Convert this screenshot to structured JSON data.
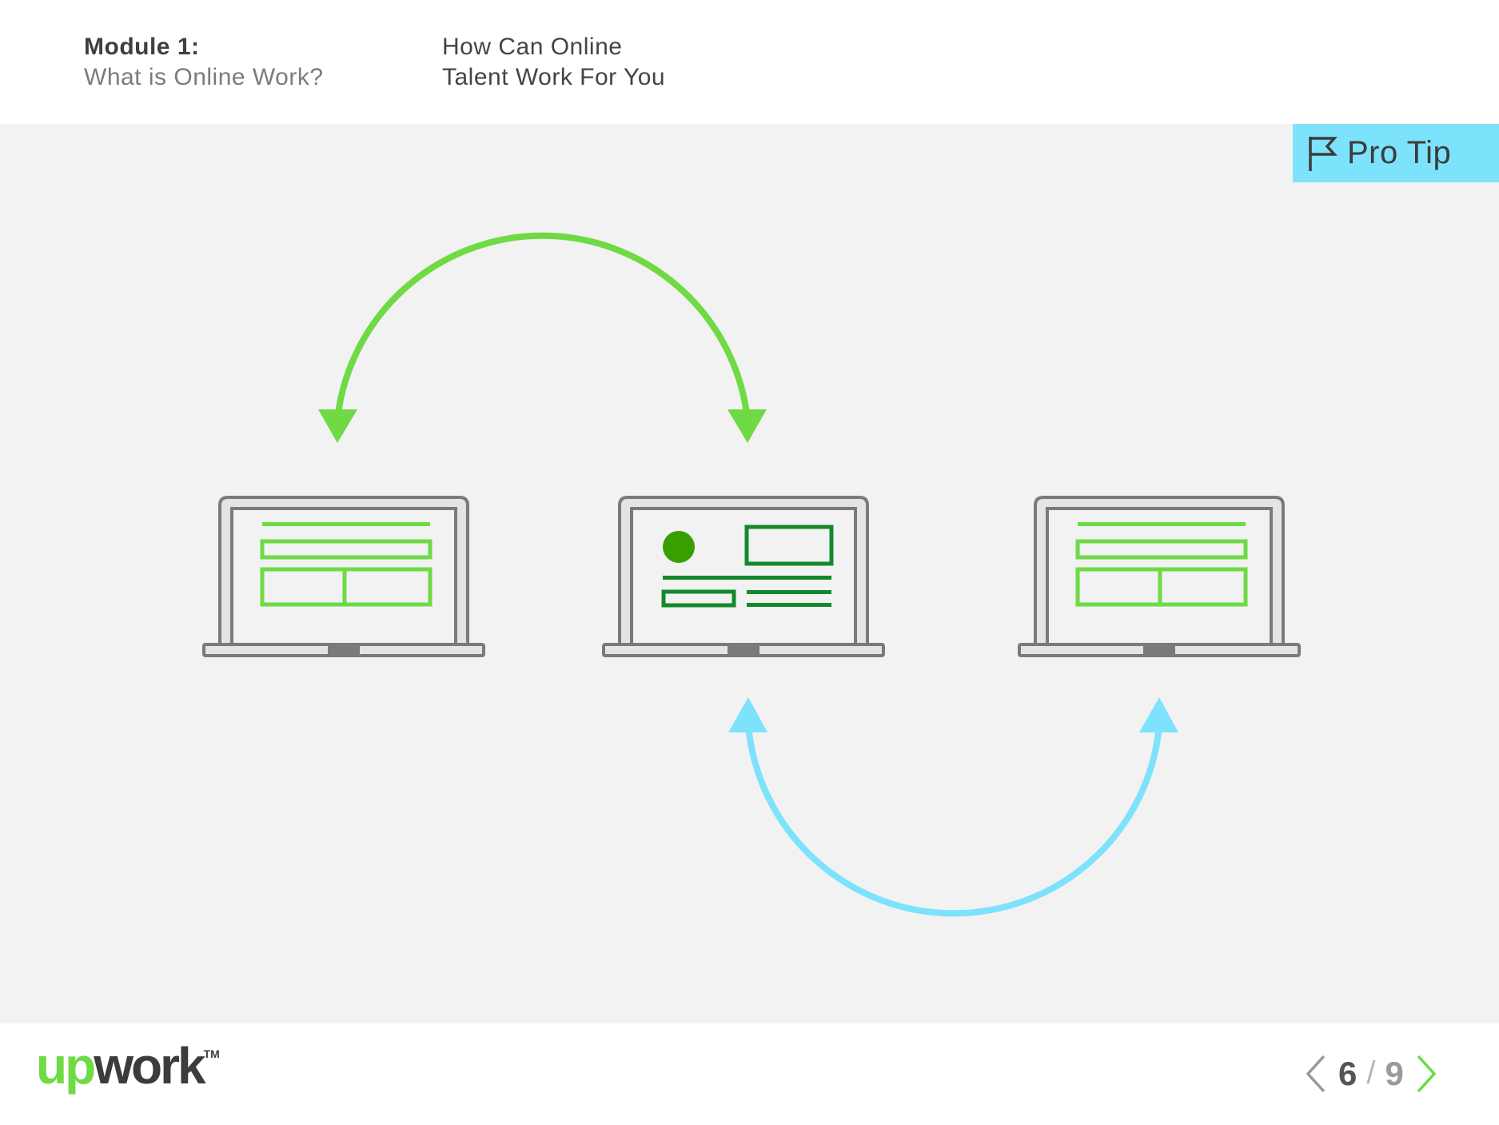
{
  "header": {
    "module_number": "Module 1:",
    "module_title": "What is Online Work?",
    "lesson_title_line1": "How Can Online",
    "lesson_title_line2": "Talent Work For You"
  },
  "pro_tip": {
    "label": "Pro Tip",
    "icon": "flag-icon"
  },
  "diagram": {
    "laptops": [
      {
        "screen": "form-layout"
      },
      {
        "screen": "profile-layout"
      },
      {
        "screen": "form-layout"
      }
    ],
    "arrows": [
      {
        "color": "#6fda44",
        "connects": [
          0,
          1
        ],
        "direction": "both"
      },
      {
        "color": "#7de2fb",
        "connects": [
          1,
          2
        ],
        "direction": "both"
      }
    ]
  },
  "footer": {
    "logo_up": "up",
    "logo_work": "work",
    "logo_tm": "TM",
    "page_current": "6",
    "page_separator": "/",
    "page_total": "9"
  },
  "colors": {
    "green": "#6fda44",
    "dark_green": "#14892c",
    "dot_green": "#37a000",
    "blue": "#7de2fb",
    "laptop_grey": "#7a7a7a",
    "background": "#f2f2f2"
  }
}
